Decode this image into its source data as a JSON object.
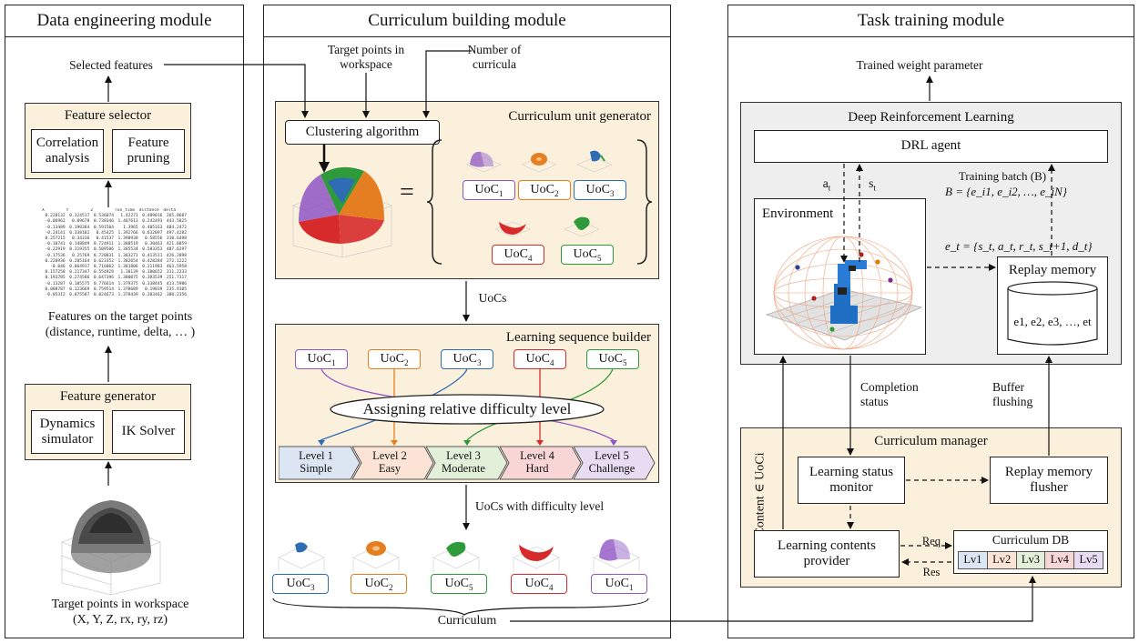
{
  "modules": {
    "data": "Data engineering module",
    "curriculum": "Curriculum building module",
    "task": "Task training module"
  },
  "data_module": {
    "selected_features": "Selected features",
    "feature_selector": "Feature selector",
    "correlation": "Correlation analysis",
    "pruning": "Feature pruning",
    "features_caption_line1": "Features on the target points",
    "features_caption_line2": "(distance, runtime, delta, … )",
    "feature_generator": "Feature generator",
    "dynamics": "Dynamics simulator",
    "ik": "IK Solver",
    "target_caption_line1": "Target points in workspace",
    "target_caption_line2": "(X, Y, Z, rx, ry, rz)",
    "table_header": [
      "X",
      "Y",
      "Z",
      "run_time",
      "distance",
      "delta"
    ],
    "table_rows": [
      [
        "0.228132",
        "0.324517",
        "0.536074",
        "1.42271",
        "0.489016",
        "265.8687"
      ],
      [
        "-0.06962",
        "0.09678",
        "0.730346",
        "1.407613",
        "0.242493",
        "443.5825"
      ],
      [
        "-0.13489",
        "0.190384",
        "0.591504",
        "1.3965",
        "0.405163",
        "484.2472"
      ],
      [
        "-0.24141",
        "0.338102",
        "0.45425",
        "1.392766",
        "0.632097",
        "497.4282"
      ],
      [
        "0.257215",
        "0.34336",
        "0.41537",
        "1.390938",
        "0.58556",
        "310.6498"
      ],
      [
        "-0.10741",
        "0.148849",
        "0.724911",
        "1.388519",
        "0.30463",
        "421.6859"
      ],
      [
        "-0.22919",
        "0.319355",
        "0.509506",
        "1.385534",
        "0.583353",
        "487.6297"
      ],
      [
        "-0.17536",
        "0.25769",
        "0.720831",
        "1.383271",
        "0.413511",
        "426.2898"
      ],
      [
        "0.220936",
        "0.205164",
        "0.623352",
        "1.382654",
        "0.428284",
        "272.1222"
      ],
      [
        "-0.046",
        "0.064917",
        "0.716062",
        "1.381806",
        "0.211983",
        "463.5958"
      ],
      [
        "0.157258",
        "0.217347",
        "0.554929",
        "1.38139",
        "0.380652",
        "311.2233"
      ],
      [
        "0.193785",
        "0.274586",
        "0.647396",
        "1.380075",
        "0.383539",
        "251.7317"
      ],
      [
        "-0.13287",
        "0.185575",
        "0.776614",
        "1.379375",
        "0.338445",
        "413.5986"
      ],
      [
        "0.088787",
        "0.123669",
        "0.759514",
        "1.378689",
        "0.19839",
        "235.9105"
      ],
      [
        "-0.05312",
        "0.075587",
        "0.824673",
        "1.378439",
        "0.203462",
        "380.2356"
      ]
    ]
  },
  "curriculum_module": {
    "target_points": "Target points in workspace",
    "num_curricula": "Number of curricula",
    "unit_generator": "Curriculum unit generator",
    "clustering": "Clustering algorithm",
    "equals": "=",
    "uocs": "UoCs",
    "sequence_builder": "Learning sequence builder",
    "assigning": "Assigning relative difficulty level",
    "uocs_difficulty": "UoCs with difficulty level",
    "curriculum": "Curriculum",
    "levels": [
      {
        "l1": "Level 1",
        "l2": "Simple",
        "color": "#dce6f2",
        "edge": "#2e6db4"
      },
      {
        "l1": "Level 2",
        "l2": "Easy",
        "color": "#fbe4d5",
        "edge": "#e57e21"
      },
      {
        "l1": "Level 3",
        "l2": "Moderate",
        "color": "#e2efd9",
        "edge": "#2e9a3a"
      },
      {
        "l1": "Level 4",
        "l2": "Hard",
        "color": "#f9d6d6",
        "edge": "#d72b2b"
      },
      {
        "l1": "Level 5",
        "l2": "Challenge",
        "color": "#e8dcf2",
        "edge": "#8e55c4"
      }
    ],
    "uoc_colors": {
      "1": "#8e55c4",
      "2": "#e57e21",
      "3": "#2e6db4",
      "4": "#d72b2b",
      "5": "#2e9a3a"
    },
    "uoc_prefix": "UoC"
  },
  "task_module": {
    "trained": "Trained weight parameter",
    "drl": "Deep Reinforcement Learning",
    "agent": "DRL agent",
    "at": "a",
    "st": "s",
    "t_sub": "t",
    "batch_label": "Training batch (B)",
    "batch_formula": "B = {e_i1, e_i2, …, e_iN}",
    "environment": "Environment",
    "et_formula": "e_t = {s_t, a_t, r_t, s_t+1, d_t}",
    "replay_memory": "Replay memory",
    "replay_items": "e1, e2, e3, …, et",
    "completion": "Completion status",
    "buffer": "Buffer flushing",
    "manager": "Curriculum manager",
    "content_label": "Content ∈ UoCi",
    "monitor": "Learning status monitor",
    "flusher": "Replay memory flusher",
    "provider": "Learning contents provider",
    "db": "Curriculum DB",
    "req": "Req",
    "res": "Res",
    "db_levels": [
      {
        "name": "Lv1",
        "color": "#dce6f2"
      },
      {
        "name": "Lv2",
        "color": "#fbe4d5"
      },
      {
        "name": "Lv3",
        "color": "#e2efd9"
      },
      {
        "name": "Lv4",
        "color": "#f9d6d6"
      },
      {
        "name": "Lv5",
        "color": "#e8dcf2"
      }
    ]
  }
}
